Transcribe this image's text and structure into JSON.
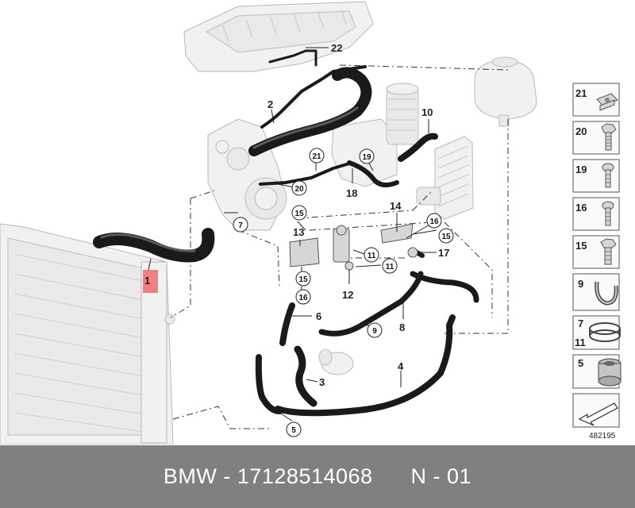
{
  "callouts": {
    "c1": "1",
    "c2": "2",
    "c3": "3",
    "c4": "4",
    "c5": "5",
    "c6": "6",
    "c7": "7",
    "c8": "8",
    "c9": "9",
    "c10": "10",
    "c11a": "11",
    "c11b": "11",
    "c12": "12",
    "c13": "13",
    "c14": "14",
    "c15a": "15",
    "c15b": "15",
    "c15c": "15",
    "c16a": "16",
    "c16b": "16",
    "c17": "17",
    "c18": "18",
    "c19": "19",
    "c20": "20",
    "c21": "21",
    "c22": "22"
  },
  "side_panel": {
    "items": [
      {
        "label": "21",
        "icon": "clip-nut-icon"
      },
      {
        "label": "20",
        "icon": "hex-bolt-icon"
      },
      {
        "label": "19",
        "icon": "torx-screw-icon"
      },
      {
        "label": "16",
        "icon": "torx-screw-icon"
      },
      {
        "label": "15",
        "icon": "hex-bolt-icon"
      },
      {
        "label": "9",
        "icon": "hose-clip-icon"
      },
      {
        "label": "7",
        "label2": "11",
        "icon": "hose-clamp-icon"
      },
      {
        "label": "5",
        "icon": "rubber-grommet-icon"
      }
    ],
    "diagram_number": "482195"
  },
  "highlight_color": "#f08080",
  "footer": {
    "text": "BMW - 17128514068      N - 01"
  }
}
